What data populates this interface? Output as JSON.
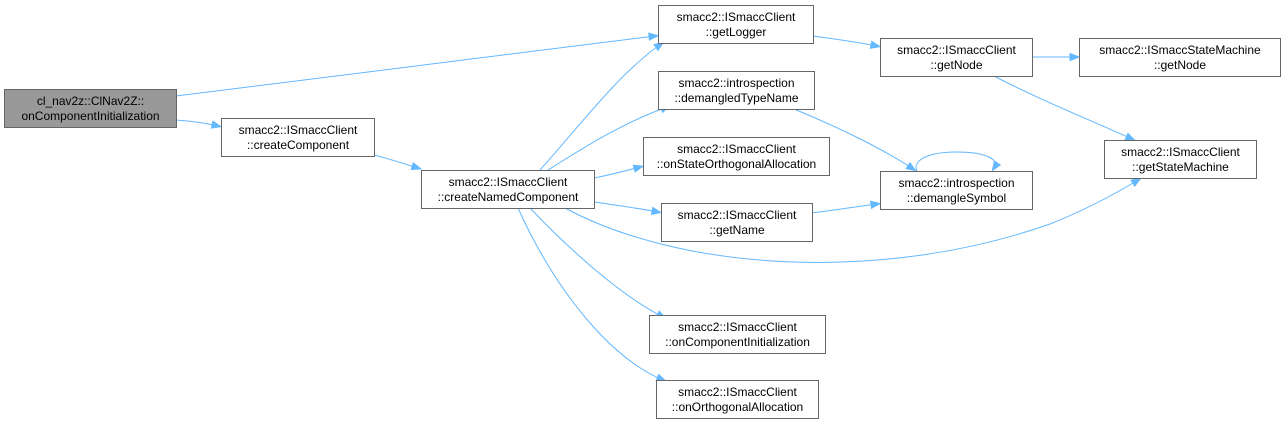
{
  "nodes": [
    {
      "id": "root",
      "lines": [
        "cl_nav2z::ClNav2Z::",
        "onComponentInitialization"
      ],
      "root": true
    },
    {
      "id": "createComponent",
      "lines": [
        "smacc2::ISmaccClient",
        "::createComponent"
      ]
    },
    {
      "id": "createNamedComponent",
      "lines": [
        "smacc2::ISmaccClient",
        "::createNamedComponent"
      ]
    },
    {
      "id": "getLogger",
      "lines": [
        "smacc2::ISmaccClient",
        "::getLogger"
      ]
    },
    {
      "id": "demangledTypeName",
      "lines": [
        "smacc2::introspection",
        "::demangledTypeName"
      ]
    },
    {
      "id": "onStateOrthogonalAllocation",
      "lines": [
        "smacc2::ISmaccClient",
        "::onStateOrthogonalAllocation"
      ]
    },
    {
      "id": "getName",
      "lines": [
        "smacc2::ISmaccClient",
        "::getName"
      ]
    },
    {
      "id": "onComponentInitialization",
      "lines": [
        "smacc2::ISmaccClient",
        "::onComponentInitialization"
      ]
    },
    {
      "id": "onOrthogonalAllocation",
      "lines": [
        "smacc2::ISmaccClient",
        "::onOrthogonalAllocation"
      ]
    },
    {
      "id": "getNode",
      "lines": [
        "smacc2::ISmaccClient",
        "::getNode"
      ]
    },
    {
      "id": "demangleSymbol",
      "lines": [
        "smacc2::introspection",
        "::demangleSymbol"
      ]
    },
    {
      "id": "smGetNode",
      "lines": [
        "smacc2::ISmaccStateMachine",
        "::getNode"
      ]
    },
    {
      "id": "getStateMachine",
      "lines": [
        "smacc2::ISmaccClient",
        "::getStateMachine"
      ]
    }
  ],
  "edges": [
    {
      "from": "root",
      "to": "getLogger"
    },
    {
      "from": "root",
      "to": "createComponent"
    },
    {
      "from": "createComponent",
      "to": "createNamedComponent"
    },
    {
      "from": "createNamedComponent",
      "to": "getLogger"
    },
    {
      "from": "createNamedComponent",
      "to": "demangledTypeName"
    },
    {
      "from": "createNamedComponent",
      "to": "onStateOrthogonalAllocation"
    },
    {
      "from": "createNamedComponent",
      "to": "getName"
    },
    {
      "from": "createNamedComponent",
      "to": "getStateMachine"
    },
    {
      "from": "createNamedComponent",
      "to": "onComponentInitialization"
    },
    {
      "from": "createNamedComponent",
      "to": "onOrthogonalAllocation"
    },
    {
      "from": "getLogger",
      "to": "getNode"
    },
    {
      "from": "getNode",
      "to": "smGetNode"
    },
    {
      "from": "getNode",
      "to": "getStateMachine"
    },
    {
      "from": "demangledTypeName",
      "to": "demangleSymbol"
    },
    {
      "from": "getName",
      "to": "demangleSymbol"
    },
    {
      "from": "demangleSymbol",
      "to": "demangleSymbol"
    }
  ],
  "colors": {
    "edge": "#63b8ff",
    "node_border": "#666666",
    "root_fill": "#999999"
  }
}
